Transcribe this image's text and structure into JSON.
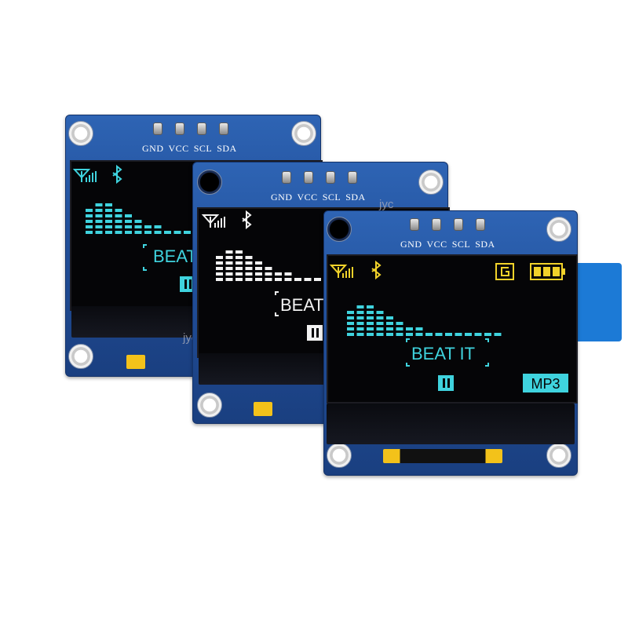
{
  "pin_labels": [
    "GND",
    "VCC",
    "SCL",
    "SDA"
  ],
  "watermarks": [
    "jyc",
    "jyc"
  ],
  "song_title": "BEAT IT",
  "format_badge": "MP3",
  "icons": [
    "signal-antenna-icon",
    "bluetooth-icon",
    "pause-icon",
    "g-icon",
    "battery-icon"
  ],
  "equalizer_levels": [
    5,
    6,
    6,
    5,
    4,
    3,
    2,
    2,
    1,
    1,
    1,
    1,
    1,
    1,
    1,
    1
  ],
  "colors": {
    "pcb": "#214f9a",
    "cyan": "#3fd3de",
    "yellow": "#f1d22a",
    "white": "#f2f2f2",
    "screen": "#050507",
    "flex_cable": "#f3c21a",
    "tab": "#1c7ad6"
  }
}
